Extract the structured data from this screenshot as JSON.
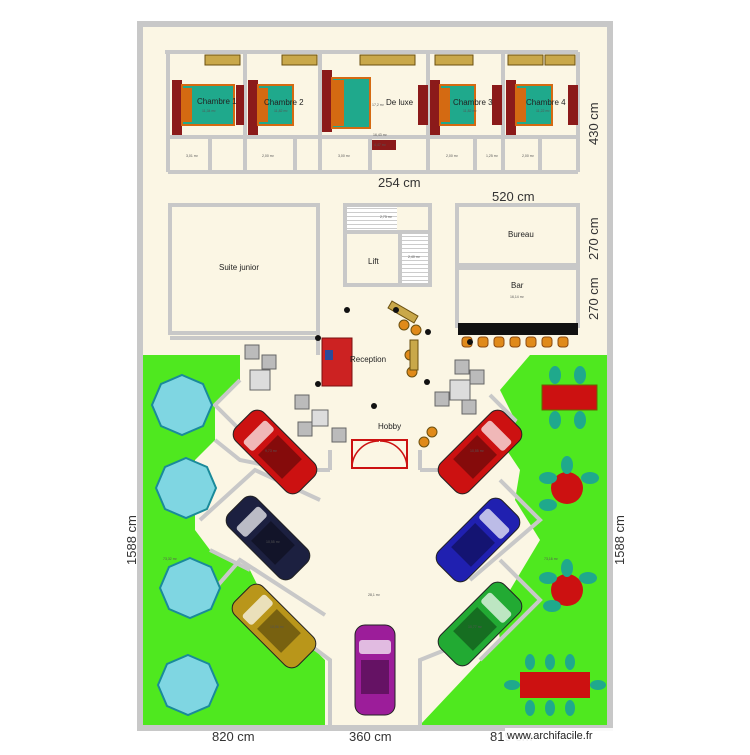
{
  "colors": {
    "floor": "#fbf6e4",
    "wall": "#c8c8c8",
    "grass": "#4fe81f",
    "bed_green": "#1fa98c",
    "bed_frame": "#d46a12",
    "bed_head": "#8b1a1a",
    "umbrella": "#7fd6e2"
  },
  "rooms": {
    "chambre1": {
      "label": "Chambre 1",
      "area": "11,34 m²"
    },
    "chambre2": {
      "label": "Chambre 2",
      "area": "11,82 m²"
    },
    "deluxe": {
      "label": "De luxe",
      "area": "17,2 m²"
    },
    "chambre3": {
      "label": "Chambre 3",
      "area": "11,82 m²"
    },
    "chambre4": {
      "label": "Chambre 4",
      "area": "11,22 m²"
    },
    "bath1": {
      "area": "3,01 m²"
    },
    "bath2": {
      "area": "2,00 m²"
    },
    "bath3": {
      "area": "3,00 m²"
    },
    "bath4": {
      "area": "2,00 m²"
    },
    "bath5": {
      "area": "1,25 m²"
    },
    "bath6": {
      "area": "2,00 m²"
    },
    "corridor_area": "16,43 m²",
    "small_area": "4,47 m²",
    "suite": {
      "label": "Suite junior"
    },
    "lift": {
      "label": "Lift",
      "area": "2,75 m²",
      "stairs_area": "2,40 m²"
    },
    "bureau": {
      "label": "Bureau"
    },
    "bar": {
      "label": "Bar",
      "area": "16,14 m²"
    },
    "reception": {
      "label": "Reception"
    },
    "hobby": {
      "label": "Hobby"
    },
    "parking_area": "28,1 m²",
    "garden_left_area": "73,32 m²",
    "garden_right_area": "73,16 m²",
    "bay_areas": [
      "9,73 m²",
      "10,55 m²",
      "10,56 m²",
      "10,55 m²",
      "10,77 m²"
    ]
  },
  "dimensions": {
    "top_width": "254 cm",
    "right_block_width": "520 cm",
    "right_top_height": "430 cm",
    "bureau_height": "270 cm",
    "bar_height": "270 cm",
    "left_height": "1588 cm",
    "right_height": "1588 cm",
    "bottom_left": "820 cm",
    "bottom_mid": "360 cm",
    "bottom_right": "819 cm"
  },
  "cars": [
    {
      "color": "#cc1111"
    },
    {
      "color": "#1c2040"
    },
    {
      "color": "#b9961a"
    },
    {
      "color": "#9c1d9a"
    },
    {
      "color": "#cc1111"
    },
    {
      "color": "#2020b0"
    },
    {
      "color": "#22aa33"
    }
  ],
  "watermark": "www.archifacile.fr"
}
